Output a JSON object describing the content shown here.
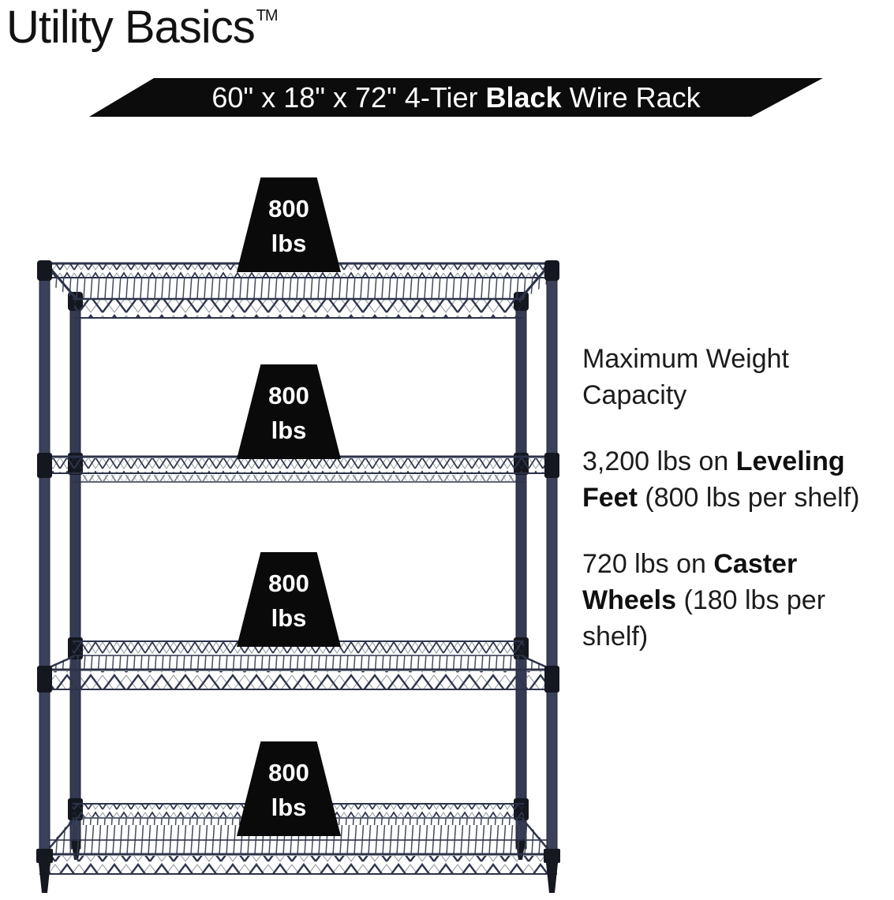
{
  "brand": {
    "name": "Utility Basics",
    "trademark": "TM"
  },
  "banner": {
    "pre": "60\" x 18\" x 72\" 4-Tier ",
    "bold": "Black",
    "post": " Wire Rack",
    "bg_color": "#0c0c0c",
    "text_color": "#ffffff"
  },
  "rack": {
    "tiers": 4,
    "capacity_value": "800",
    "capacity_unit": "lbs",
    "frame_color": "#343a52",
    "foot_color": "#16181f",
    "weight_block_color": "#0a0a0a"
  },
  "info": {
    "heading": "Maximum Weight Capacity",
    "items": [
      {
        "prefix": "3,200 lbs on ",
        "bold": "Leveling Feet",
        "suffix": " (800 lbs per shelf)"
      },
      {
        "prefix": "720 lbs on ",
        "bold": "Caster Wheels",
        "suffix": " (180 lbs per shelf)"
      }
    ]
  }
}
